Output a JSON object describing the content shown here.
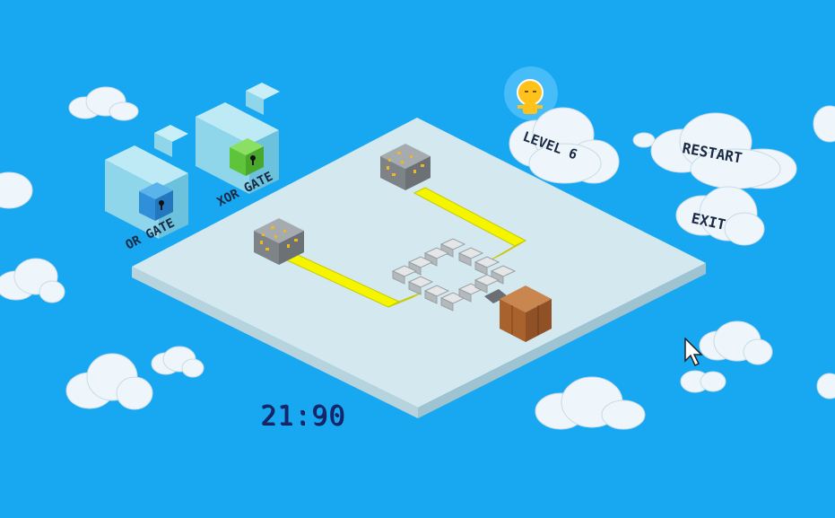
{
  "game": {
    "level_label": "LEVEL 6",
    "timer": "21:90"
  },
  "menu": {
    "restart_label": "RESTART",
    "exit_label": "EXIT"
  },
  "gate_inventory": [
    {
      "label": "OR GATE",
      "lock_color": "#2f8fd8"
    },
    {
      "label": "XOR GATE",
      "lock_color": "#5ec43a"
    }
  ],
  "colors": {
    "sky": "#18a8f2",
    "board_top": "#cfe6ee",
    "wire": "#f2f200",
    "ore_block": "#8c9296",
    "crate": "#b66d38"
  }
}
